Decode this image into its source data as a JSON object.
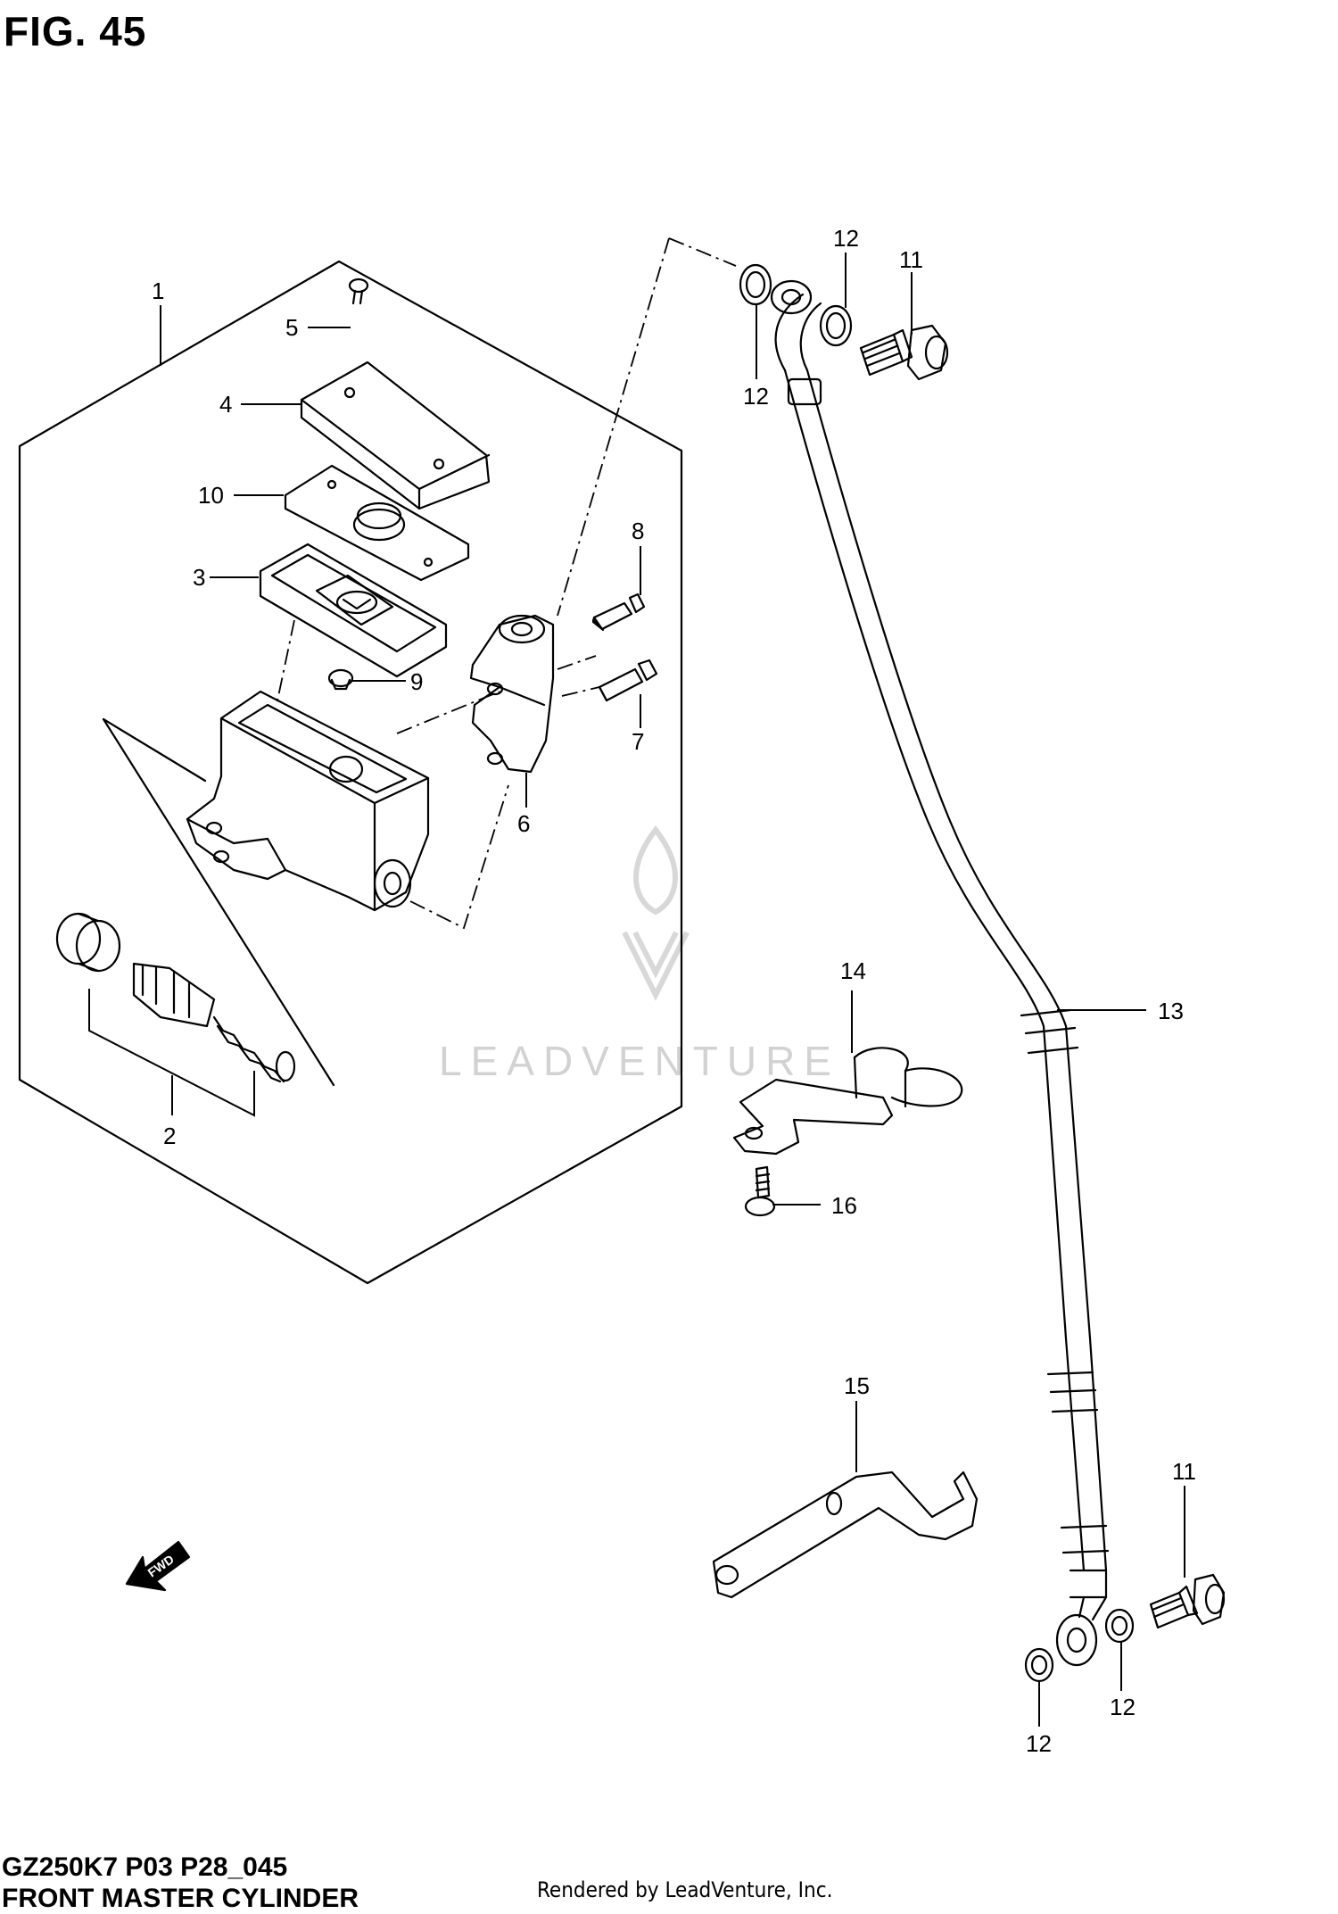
{
  "figure": {
    "title": "FIG. 45",
    "model_code": "GZ250K7 P03 P28_045",
    "subtitle": "FRONT MASTER CYLINDER",
    "rendered_by": "Rendered by LeadVenture, Inc."
  },
  "watermark": {
    "text": "LEADVENTURE"
  },
  "fwd_arrow": {
    "label": "FWD"
  },
  "callouts": [
    {
      "id": "c1",
      "label": "1"
    },
    {
      "id": "c5",
      "label": "5"
    },
    {
      "id": "c4",
      "label": "4"
    },
    {
      "id": "c10",
      "label": "10"
    },
    {
      "id": "c3",
      "label": "3"
    },
    {
      "id": "c8",
      "label": "8"
    },
    {
      "id": "c9",
      "label": "9"
    },
    {
      "id": "c7",
      "label": "7"
    },
    {
      "id": "c6",
      "label": "6"
    },
    {
      "id": "c2",
      "label": "2"
    },
    {
      "id": "c12a",
      "label": "12"
    },
    {
      "id": "c11a",
      "label": "11"
    },
    {
      "id": "c12b",
      "label": "12"
    },
    {
      "id": "c14",
      "label": "14"
    },
    {
      "id": "c13",
      "label": "13"
    },
    {
      "id": "c16",
      "label": "16"
    },
    {
      "id": "c15",
      "label": "15"
    },
    {
      "id": "c11b",
      "label": "11"
    },
    {
      "id": "c12c",
      "label": "12"
    },
    {
      "id": "c12d",
      "label": "12"
    }
  ],
  "colors": {
    "line": "#000000",
    "watermark": "#d2d2d2",
    "background": "#ffffff"
  }
}
